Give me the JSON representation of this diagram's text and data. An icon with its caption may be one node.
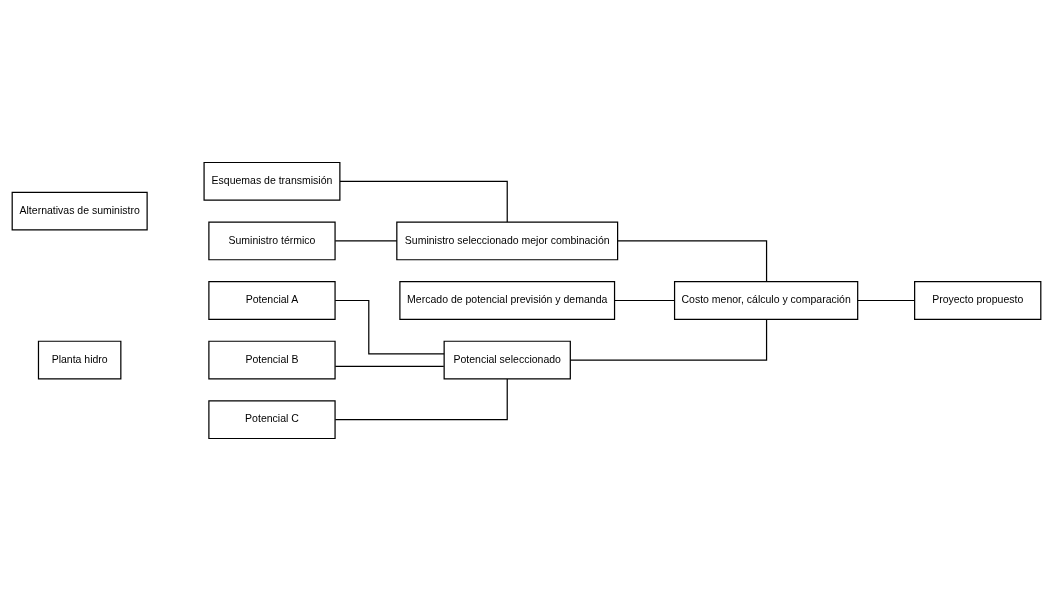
{
  "diagram": {
    "nodes": [
      {
        "text": [
          "Alternativas de suministro"
        ]
      },
      {
        "text": [
          "Esquemas de transmisión"
        ]
      },
      {
        "text": [
          "Suministro térmico"
        ]
      },
      {
        "text": [
          "Suministro seleccionado mejor combinación"
        ]
      },
      {
        "text": [
          "Mercado de potencial previsión y demanda"
        ]
      },
      {
        "text": [
          "Costo menor, cálculo y comparación"
        ]
      },
      {
        "text": [
          "Proyecto propuesto"
        ]
      },
      {
        "text": [
          "Planta hidro"
        ]
      },
      {
        "text": [
          "Potencial A"
        ]
      },
      {
        "text": [
          "Potencial B"
        ]
      },
      {
        "text": [
          "Potencial C"
        ]
      },
      {
        "text": [
          "Potencial seleccionado"
        ]
      }
    ],
    "edges": [
      {
        "from": 1,
        "to": 3,
        "arrow": "none"
      },
      {
        "from": 2,
        "to": 3,
        "arrow": "none"
      },
      {
        "from": 3,
        "to": 5,
        "arrow": "none"
      },
      {
        "from": 4,
        "to": 5,
        "arrow": "none"
      },
      {
        "from": 5,
        "to": 6,
        "arrow": "none"
      },
      {
        "from": 8,
        "to": 11,
        "arrow": "none"
      },
      {
        "from": 9,
        "to": 11,
        "arrow": "none"
      },
      {
        "from": 10,
        "to": 11,
        "arrow": "none"
      },
      {
        "from": 11,
        "to": 5,
        "arrow": "none"
      }
    ]
  }
}
